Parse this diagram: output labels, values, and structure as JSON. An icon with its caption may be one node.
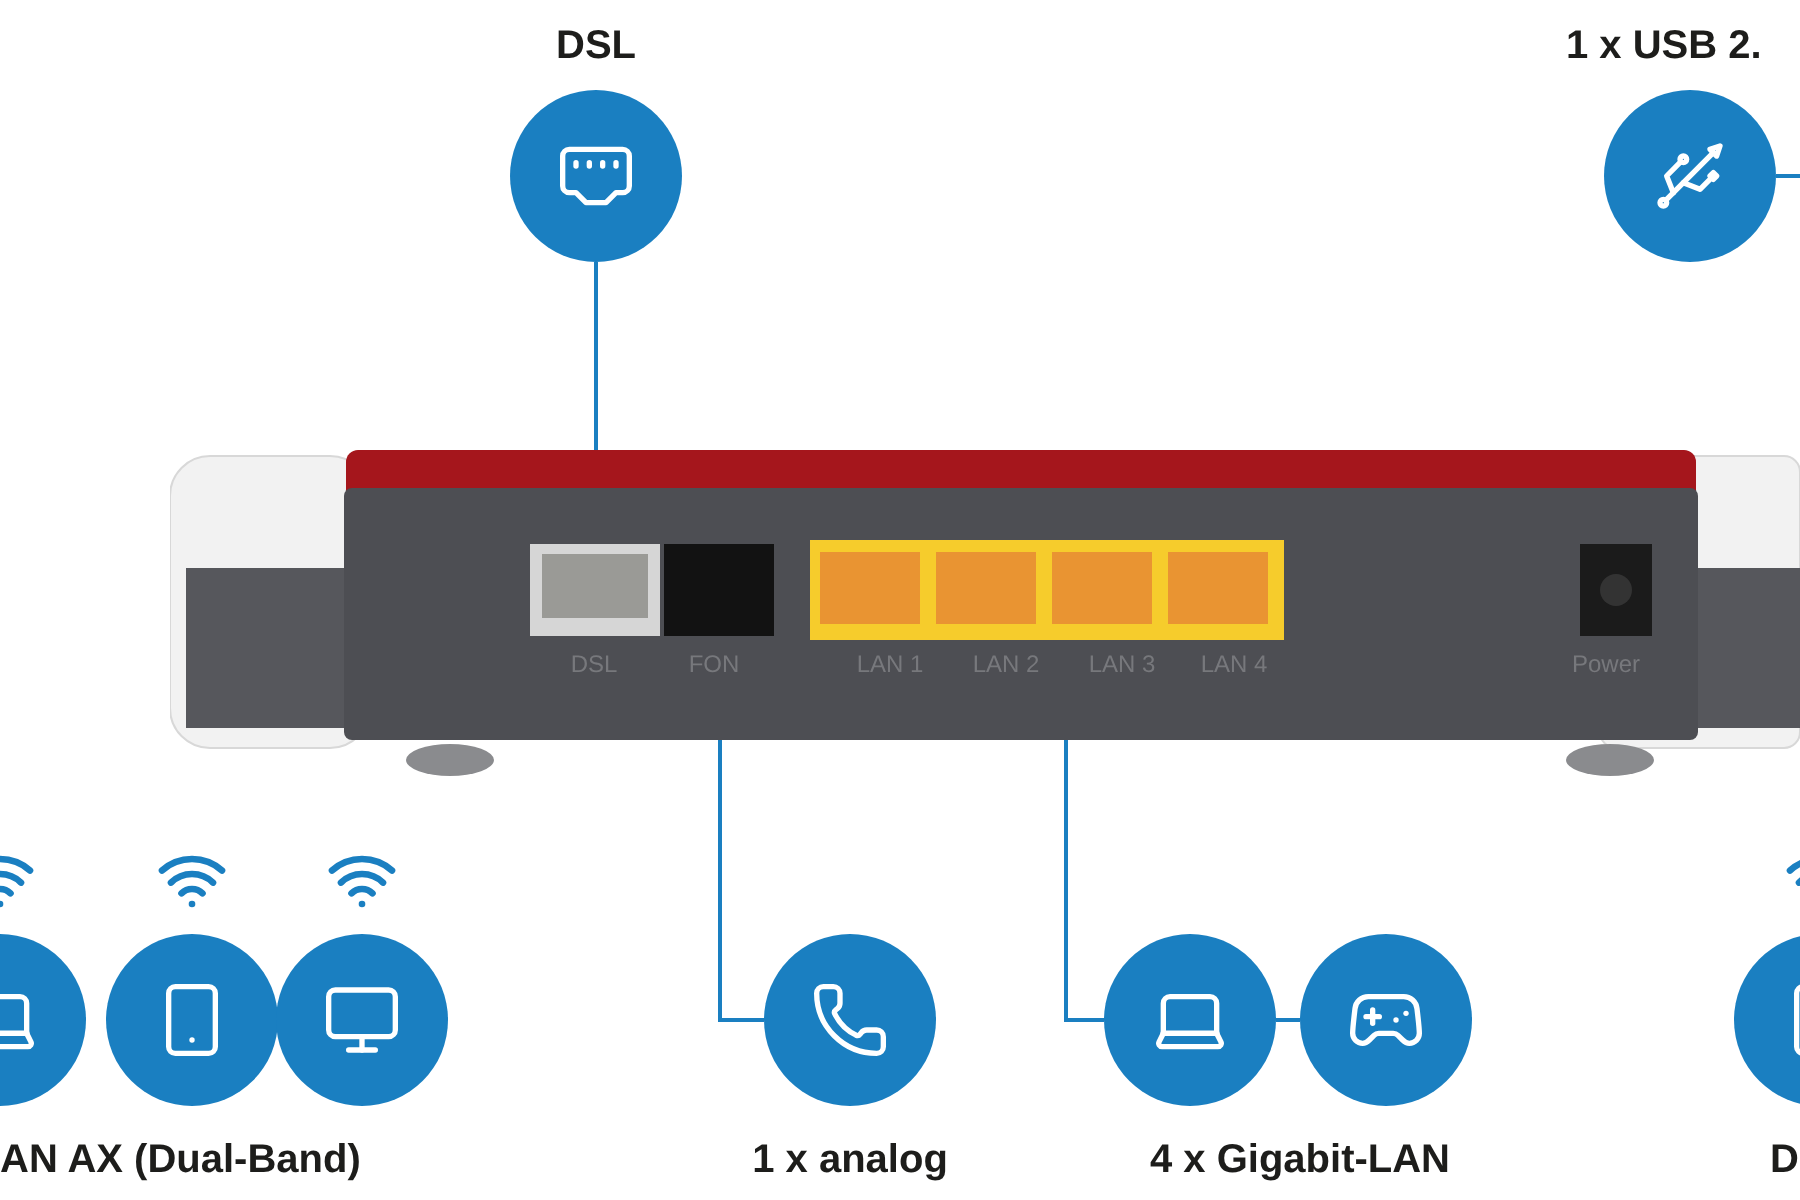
{
  "diagram": {
    "nodes": [
      {
        "text": [],
        "shape": "picture"
      },
      {
        "text": [],
        "shape": "circle",
        "beside": [
          "DSL"
        ]
      },
      {
        "text": [],
        "shape": "circle",
        "beside": [
          "1 x USB 2."
        ]
      },
      {
        "text": [],
        "shape": "circle"
      },
      {
        "text": [],
        "shape": "circle"
      },
      {
        "text": [],
        "shape": "circle"
      },
      {
        "text": [],
        "shape": "circle",
        "beside": [
          "1 x analog"
        ]
      },
      {
        "text": [],
        "shape": "circle"
      },
      {
        "text": [],
        "shape": "circle"
      },
      {
        "text": [],
        "shape": "circle",
        "beside": [
          "D"
        ]
      }
    ],
    "edges": [
      {
        "from": 1,
        "to": 0,
        "arrow": "none"
      },
      {
        "from": 2,
        "to": null,
        "arrow": "none"
      },
      {
        "from": 0,
        "to": 6,
        "arrow": "none"
      },
      {
        "from": 0,
        "to": 7,
        "arrow": "none"
      },
      {
        "from": 7,
        "to": 8,
        "arrow": "none"
      }
    ],
    "labels": [
      "AN AX (Dual-Band)",
      "4 x Gigabit-LAN",
      "DSL",
      "FON",
      "LAN 1",
      "LAN 2",
      "LAN 3",
      "LAN 4",
      "Power"
    ]
  }
}
